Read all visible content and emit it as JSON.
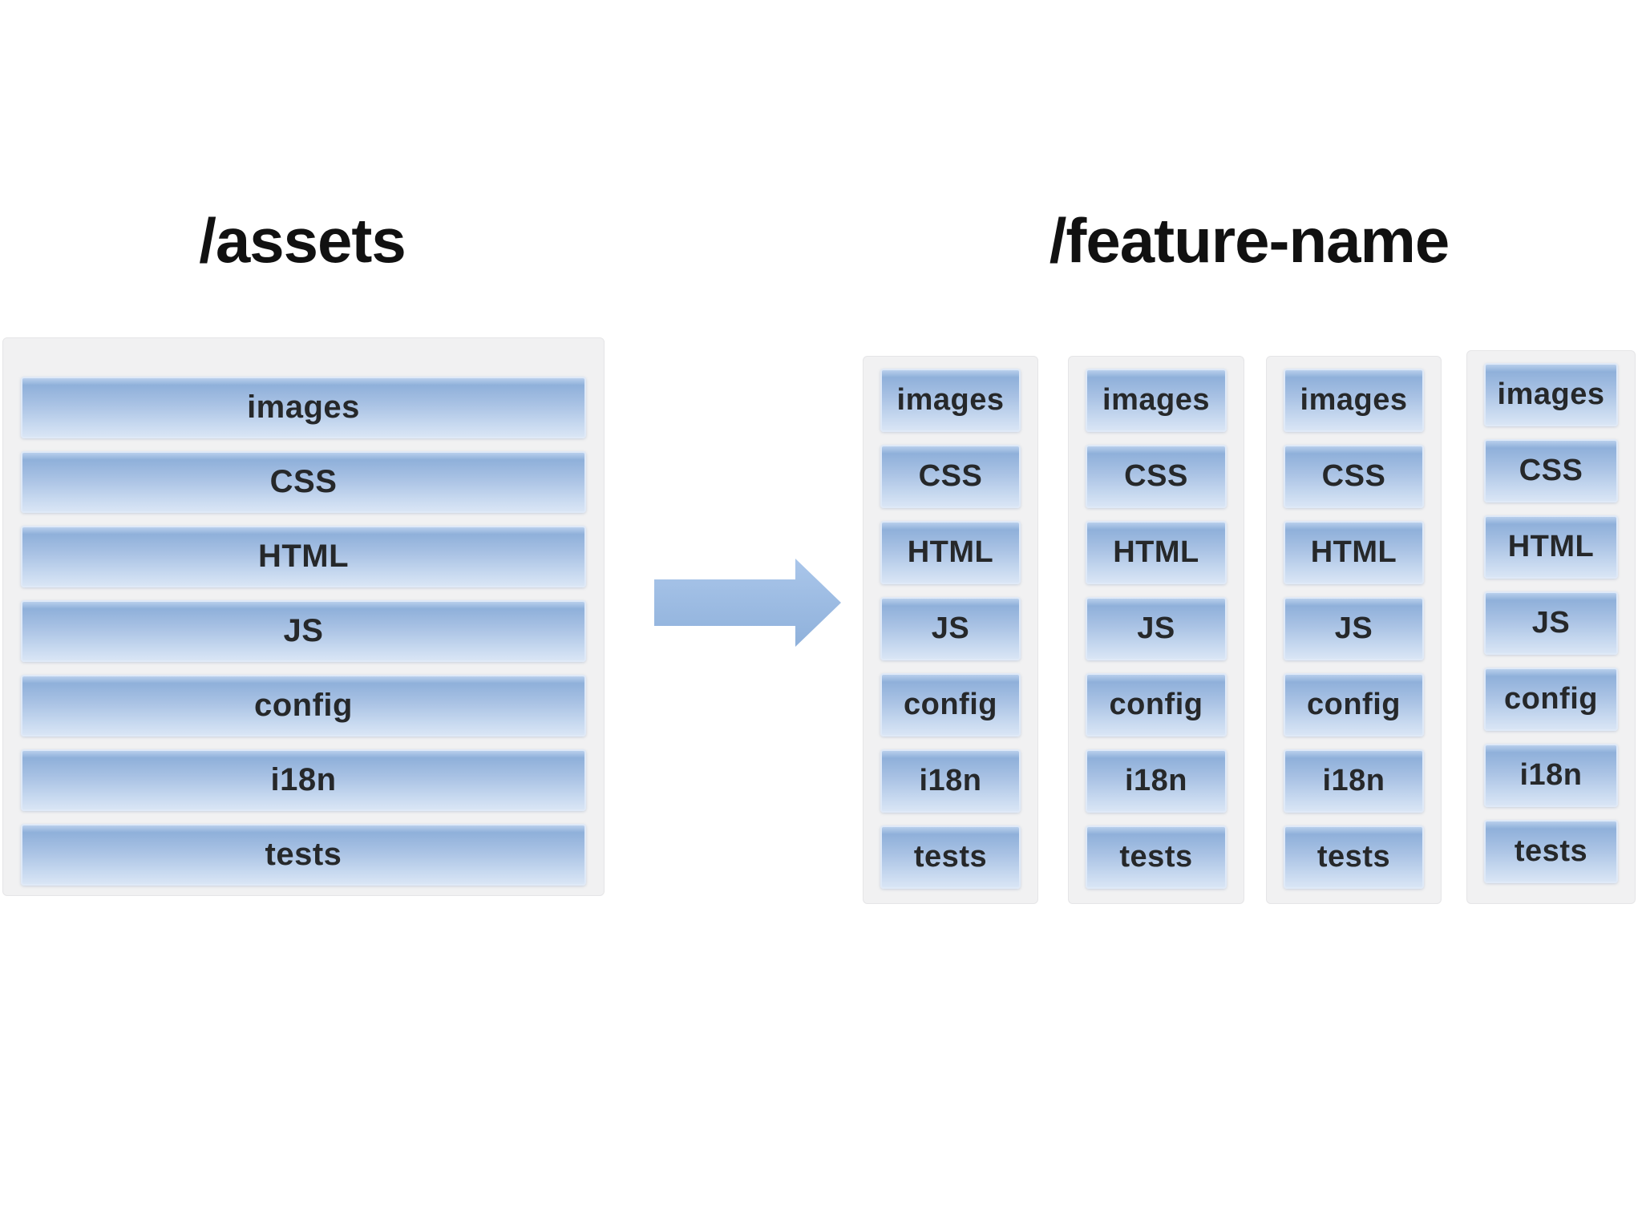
{
  "titles": {
    "left_title": "/assets",
    "right_title": "/feature-name"
  },
  "folders": [
    "images",
    "CSS",
    "HTML",
    "JS",
    "config",
    "i18n",
    "tests"
  ],
  "arrow": {
    "icon": "right-arrow-icon",
    "direction": "right"
  },
  "colors": {
    "bar_top_hi": "#b9cfec",
    "bar_top": "#8fb0da",
    "bar_mid": "#a9c2e4",
    "bar_lower": "#c6d8ef",
    "bar_bottom": "#d9e5f5",
    "bar_border": "#dfe9f7",
    "panel_bg": "#f1f1f2",
    "panel_border": "#e5e5e7",
    "arrow_top": "#aac6ea",
    "arrow_bottom": "#8fb1db",
    "label_color": "#26282a",
    "title_color": "#111111",
    "canvas_bg": "#ffffff"
  }
}
